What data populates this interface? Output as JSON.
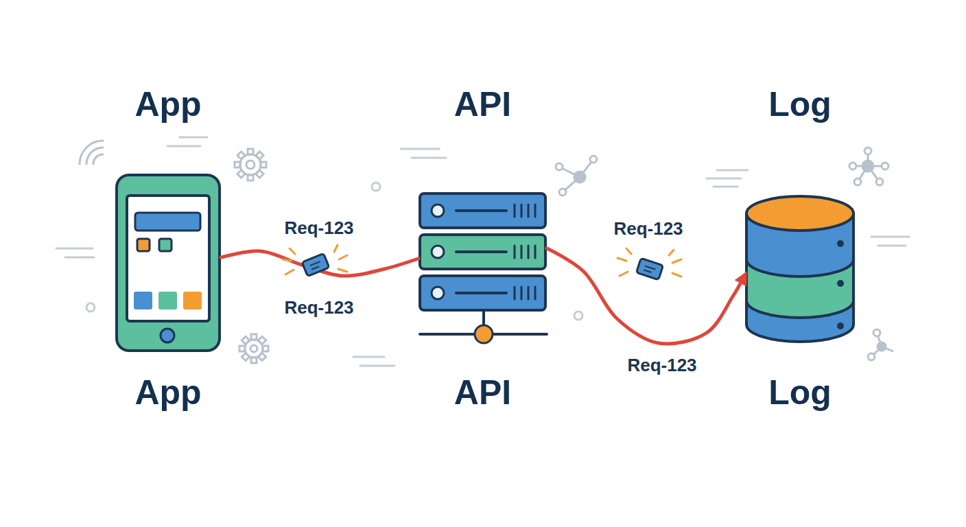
{
  "diagram": {
    "nodes": [
      {
        "text": [
          "App",
          "App"
        ]
      },
      {
        "text": [
          "API",
          "API"
        ]
      },
      {
        "text": [
          "Log",
          "Log"
        ]
      }
    ],
    "edges": [
      {
        "from": 0,
        "to": 1,
        "arrow": "none"
      },
      {
        "from": 1,
        "to": 2,
        "arrow": "to"
      }
    ],
    "labels": [
      "Req-123",
      "Req-123",
      "Req-123",
      "Req-123"
    ]
  }
}
